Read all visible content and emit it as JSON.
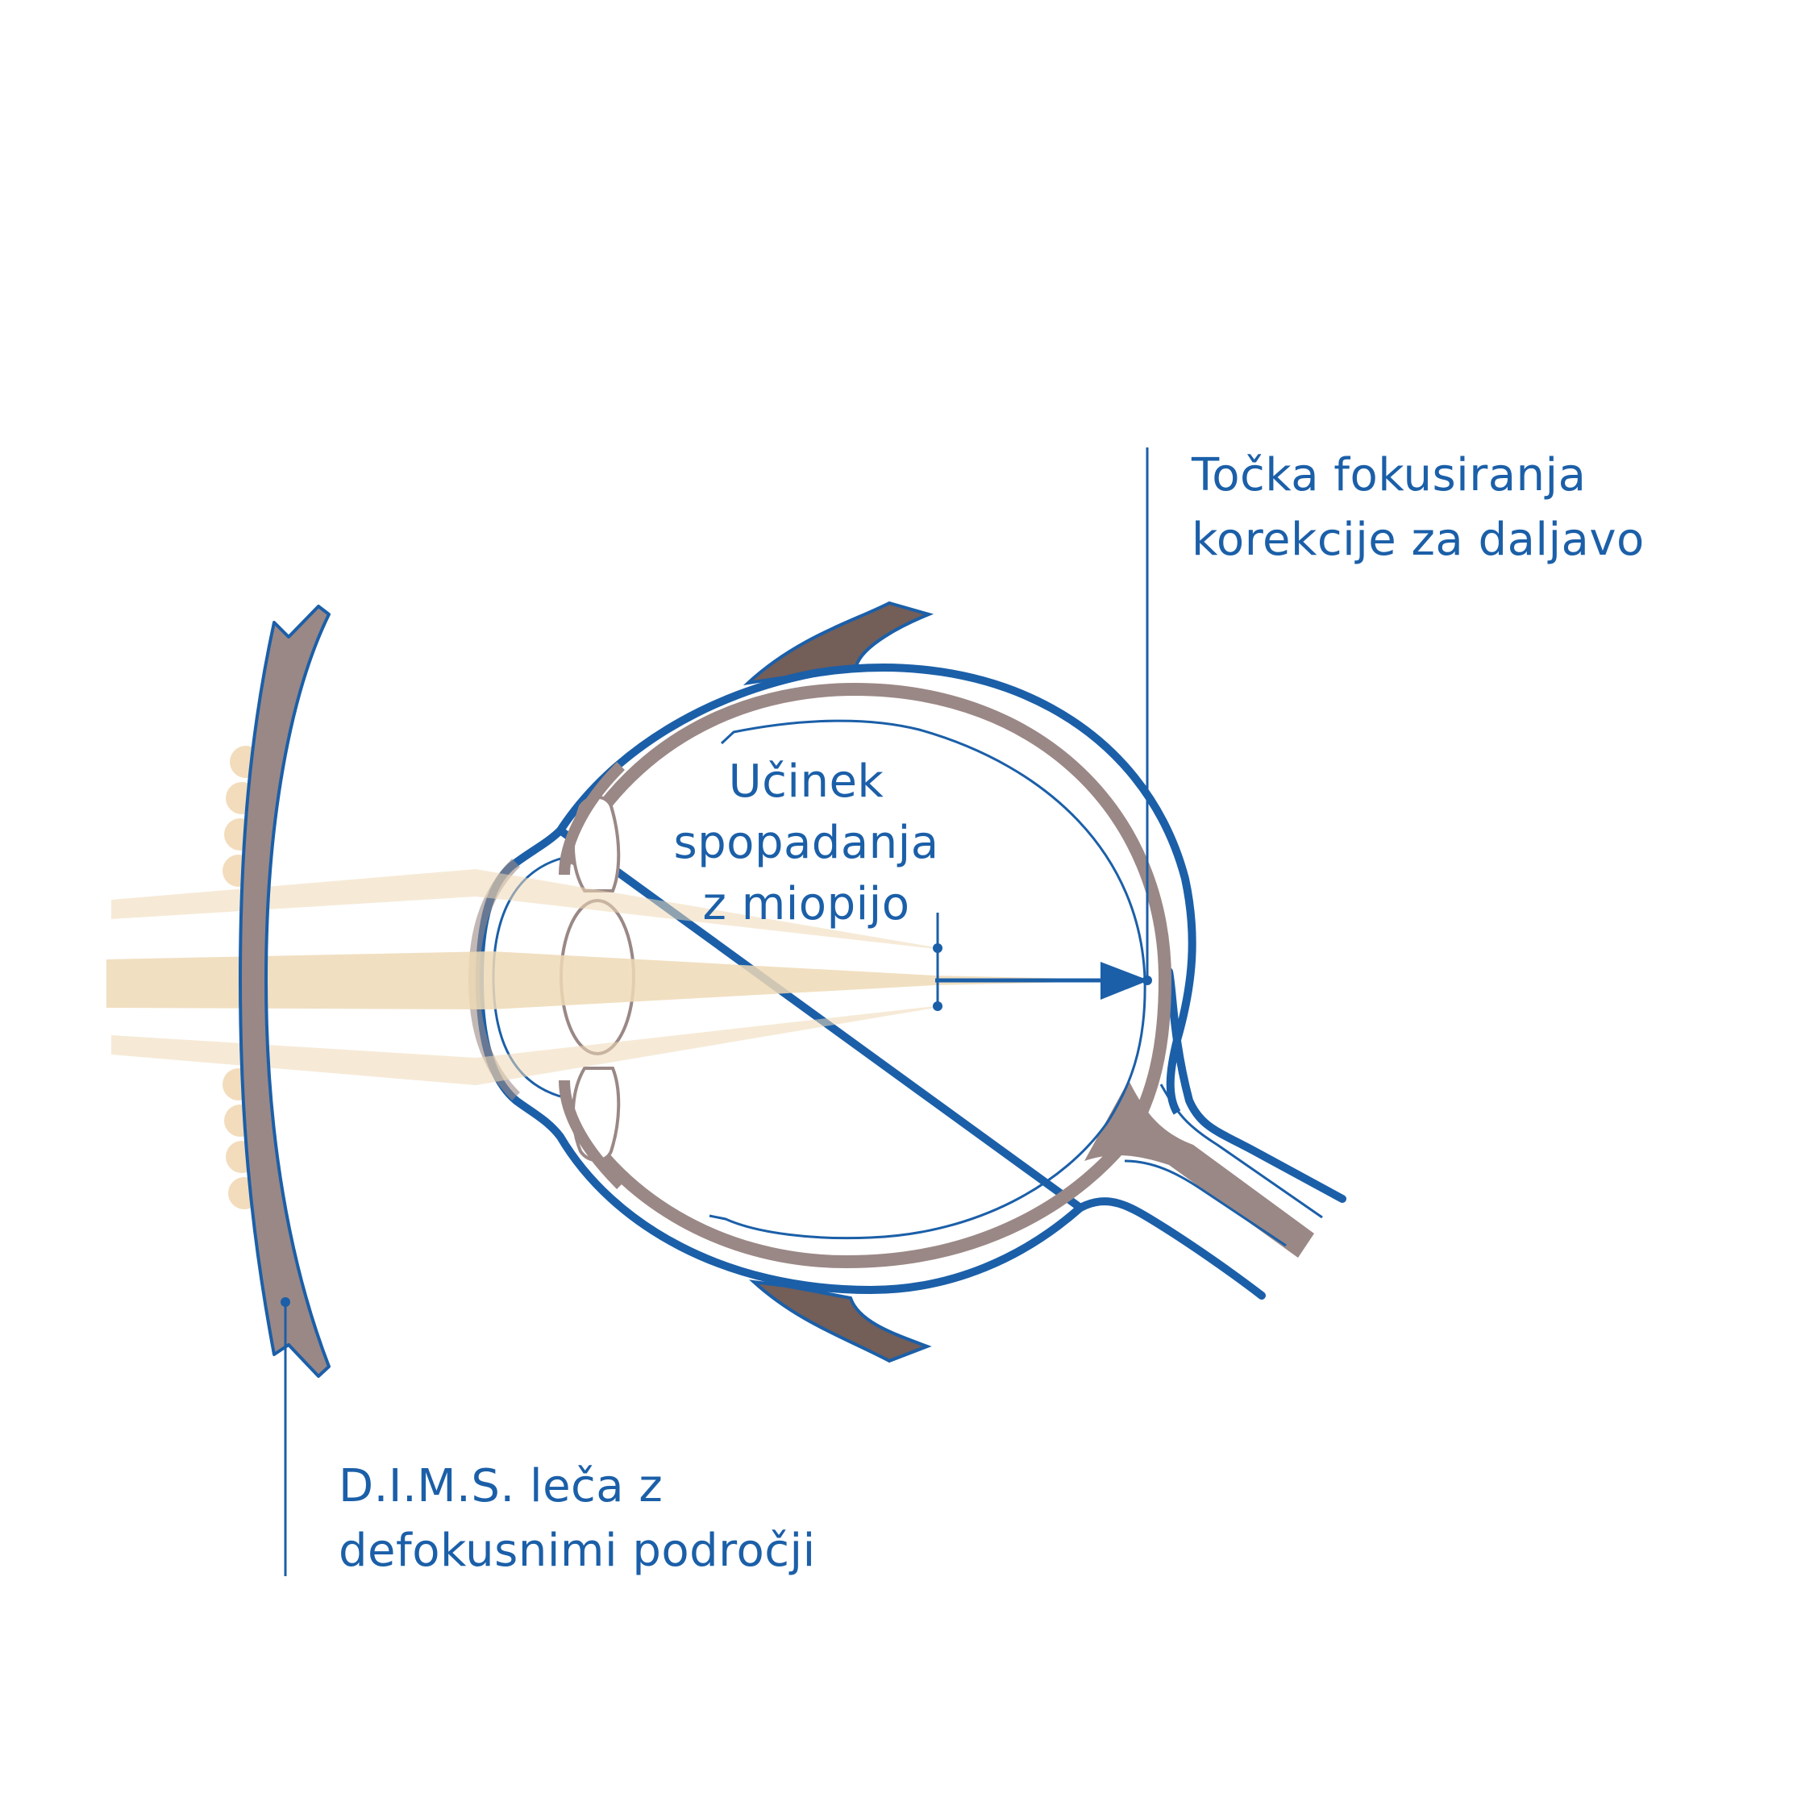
{
  "labels": {
    "focus_point": {
      "line1": "Točka fokusiranja",
      "line2": "korekcije za daljavo"
    },
    "myopia_effect": {
      "line1": "Učinek",
      "line2": "spopadanja",
      "line3": "z miopijo"
    },
    "lens": {
      "line1": "D.I.M.S. leča z",
      "line2": "defokusnimi področji"
    }
  },
  "colors": {
    "brand_blue": "#1b5fa8",
    "tissue": "#9a8886",
    "muscle": "#735e58",
    "light_beam": "#efd9b6",
    "light_beam_pale": "#f6ead8",
    "defocus_segments": "#f2dcbc"
  }
}
